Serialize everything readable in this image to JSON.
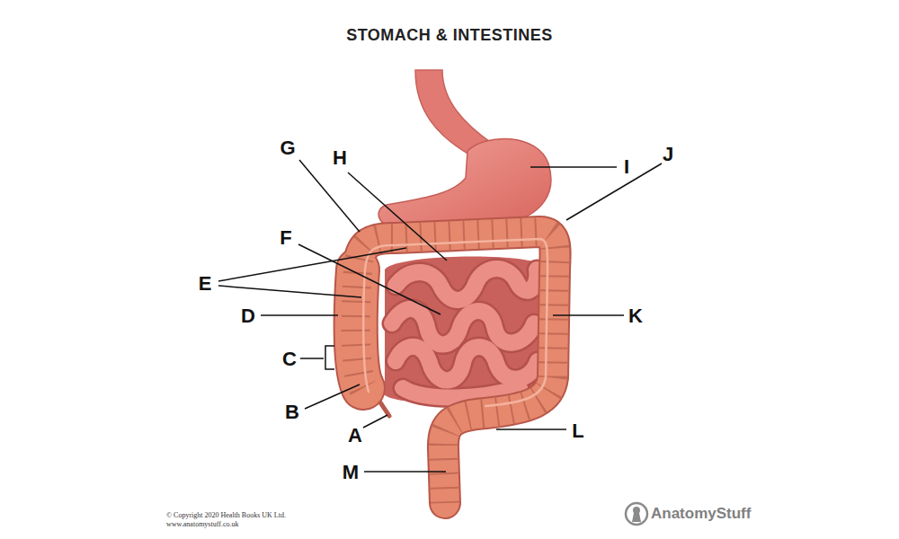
{
  "diagram": {
    "title": "STOMACH & INTESTINES",
    "labels": [
      "G",
      "H",
      "I",
      "J",
      "F",
      "E",
      "D",
      "K",
      "C",
      "B",
      "L",
      "A",
      "M",
      "© Copyright 2020 Health Books UK Ltd.",
      "www.anatomystuff.co.uk",
      "AnatomyStuff"
    ]
  }
}
